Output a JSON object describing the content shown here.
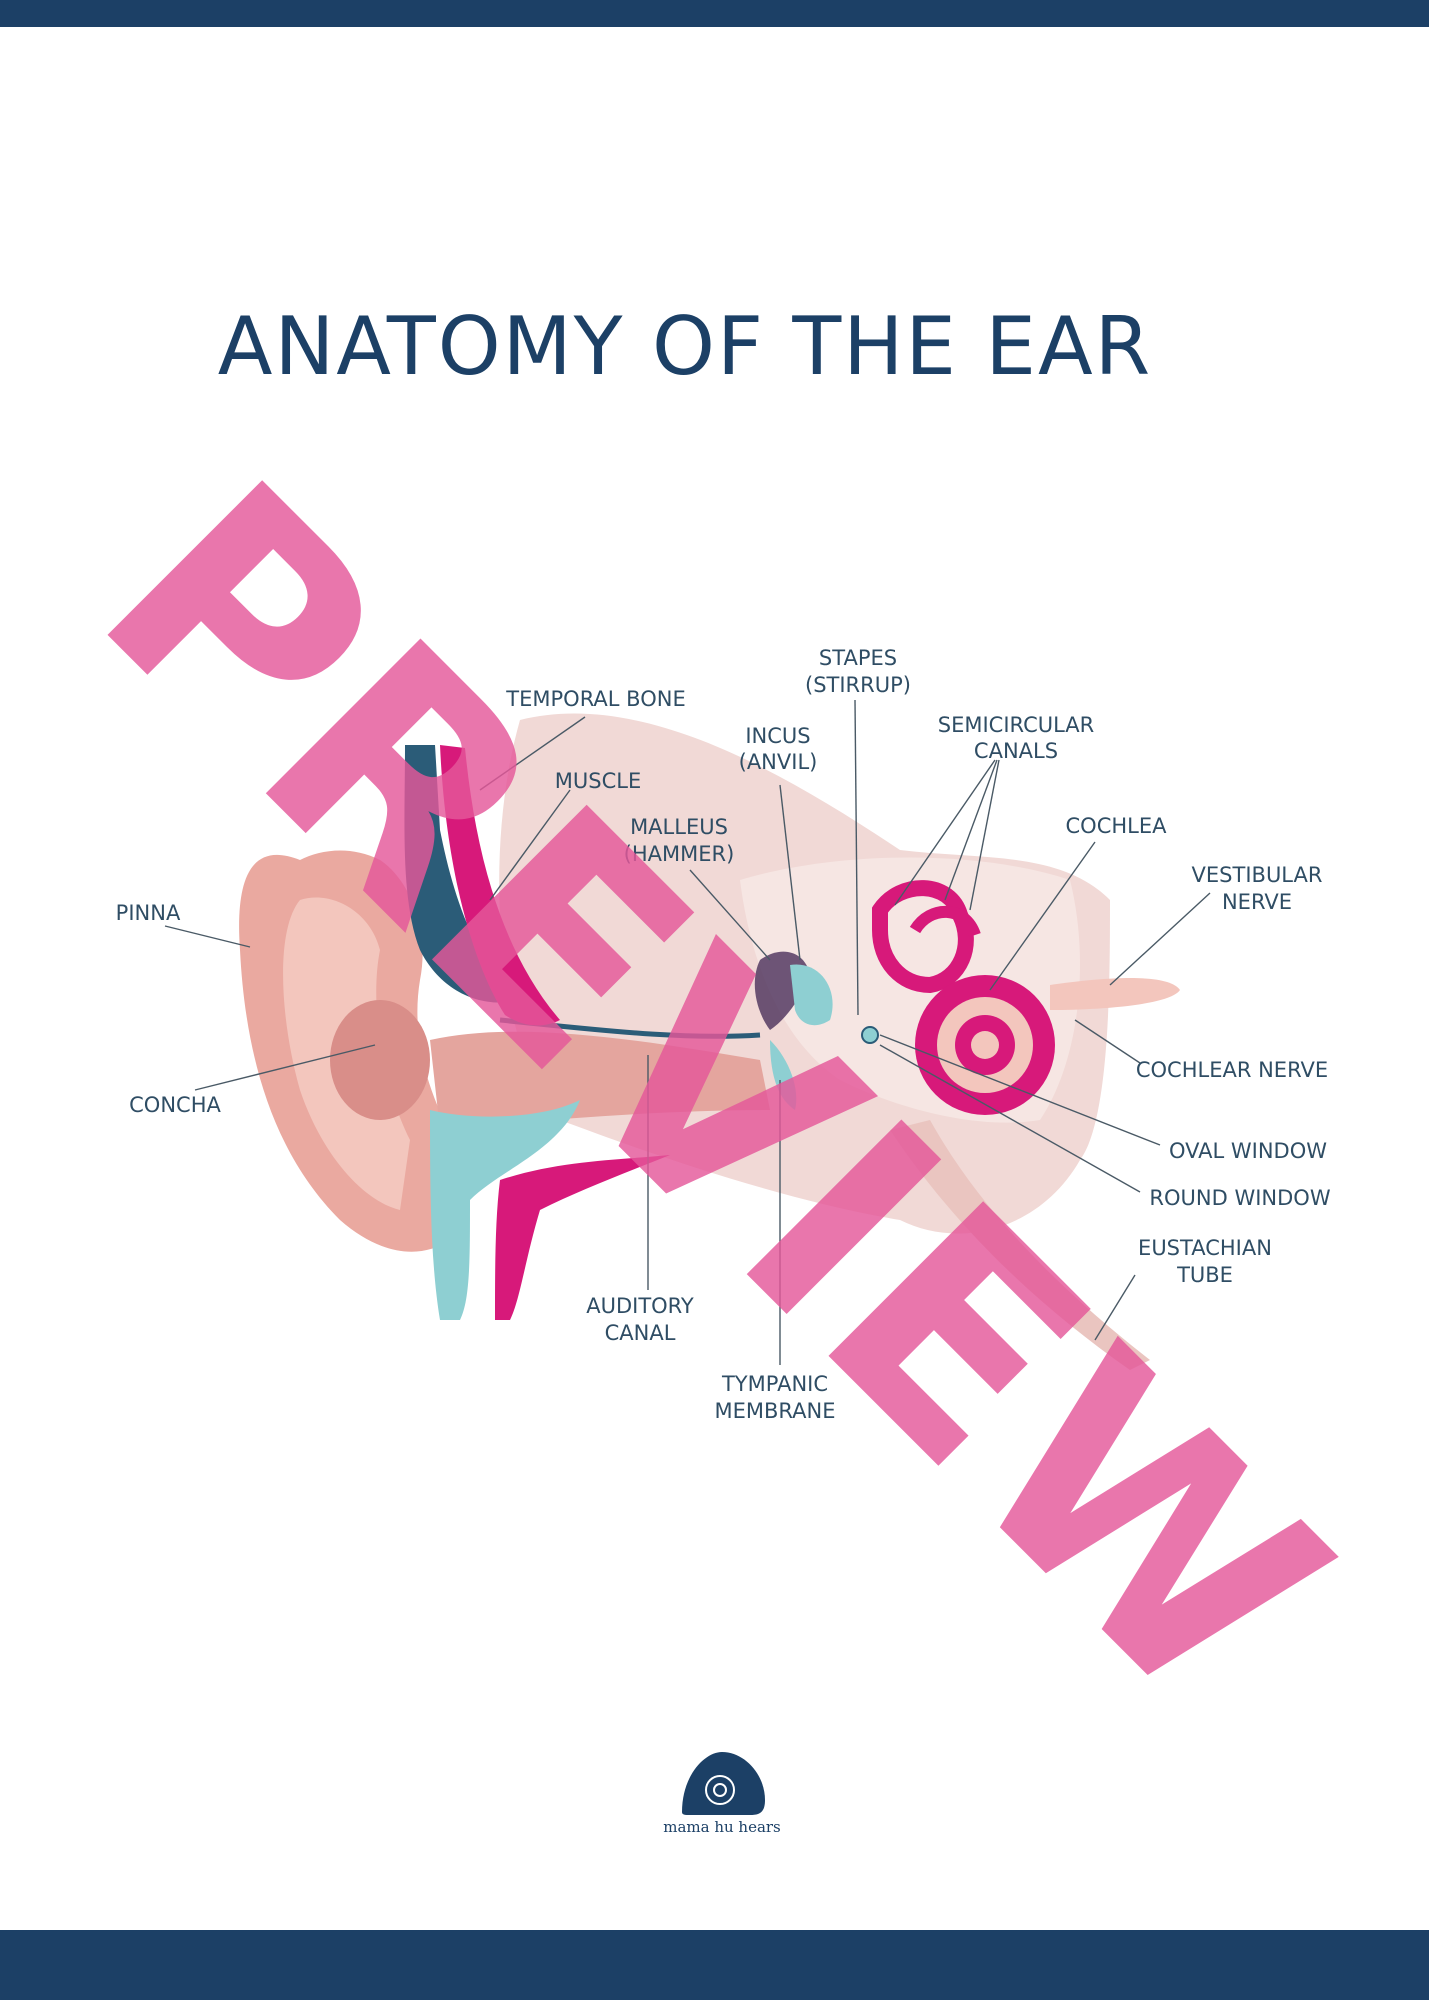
{
  "title": "ANATOMY OF THE EAR",
  "labels": {
    "temporal_bone": "TEMPORAL BONE",
    "stapes": [
      "STAPES",
      "(STIRRUP)"
    ],
    "incus": [
      "INCUS",
      "(ANVIL)"
    ],
    "semicircular": [
      "SEMICIRCULAR",
      "CANALS"
    ],
    "muscle": "MUSCLE",
    "malleus": [
      "MALLEUS",
      "(HAMMER)"
    ],
    "cochlea": "COCHLEA",
    "vestibular": [
      "VESTIBULAR",
      "NERVE"
    ],
    "pinna": "PINNA",
    "concha": "CONCHA",
    "cochlear_nerve": "COCHLEAR NERVE",
    "oval_window": "OVAL WINDOW",
    "round_window": "ROUND WINDOW",
    "eustachian": [
      "EUSTACHIAN",
      "TUBE"
    ],
    "auditory_canal": [
      "AUDITORY",
      "CANAL"
    ],
    "tympanic": [
      "TYMPANIC",
      "MEMBRANE"
    ]
  },
  "logo": {
    "text": "mama hu hears",
    "icon": "shell-icon"
  },
  "watermark": "PREVIEW",
  "colors": {
    "navy": "#1c4066",
    "pink": "#e5589a",
    "magenta": "#d7197a",
    "teal": "#8ecfd2",
    "skin": "#eaa9a0"
  }
}
